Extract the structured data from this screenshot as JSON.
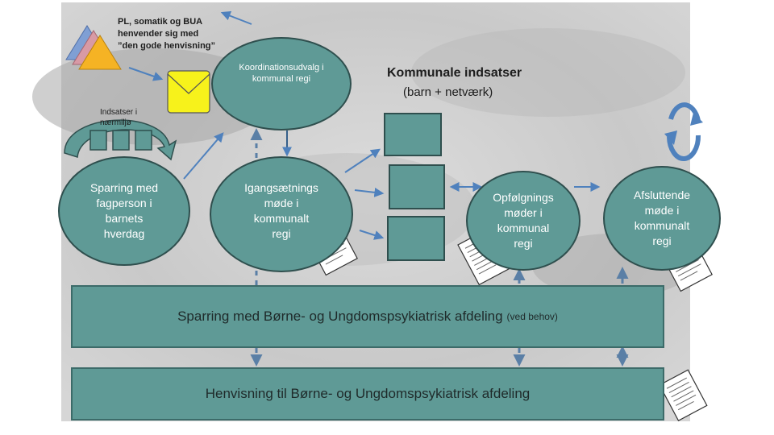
{
  "colors": {
    "node_fill": "#5f9a96",
    "node_border": "#2f4f4e",
    "arrow": "#4f81bd",
    "envelope": "#f7f21b",
    "triangle_blue": "#7f9fd4",
    "triangle_pink": "#d89aa5",
    "triangle_yellow": "#f5b324"
  },
  "icons": [
    "triangle-stack-icon",
    "envelope-icon",
    "document-icon",
    "cycle-arrows-icon",
    "curved-arrow-icon"
  ],
  "diagram": {
    "referral_note": {
      "line1": "PL, somatik og BUA",
      "line2": "henvender sig med",
      "line3": "”den gode henvisning”"
    },
    "nearby_label": {
      "line1": "Indsatser i",
      "line2": "nærmiljø"
    },
    "coordination": {
      "line1": "Koordinationsudvalg i",
      "line2": "kommunal regi"
    },
    "municipal": {
      "title": "Kommunale indsatser",
      "subtitle": "(barn + netværk)"
    },
    "sparring_professional": {
      "line1": "Sparring med",
      "line2": "fagperson i",
      "line3": "barnets",
      "line4": "hverdag"
    },
    "kickoff_meeting": {
      "line1": "Igangsætnings",
      "line2": "møde i",
      "line3": "kommunalt",
      "line4": "regi"
    },
    "followup_meetings": {
      "line1": "Opfølgnings",
      "line2": "møder i",
      "line3": "kommunal",
      "line4": "regi"
    },
    "final_meeting": {
      "line1": "Afsluttende",
      "line2": "møde i",
      "line3": "kommunalt",
      "line4": "regi"
    },
    "bar_sparring": {
      "text": "Sparring med Børne- og Ungdomspsykiatrisk afdeling",
      "note": "(ved behov)"
    },
    "bar_referral": {
      "text": "Henvisning til Børne- og Ungdomspsykiatrisk afdeling"
    }
  }
}
